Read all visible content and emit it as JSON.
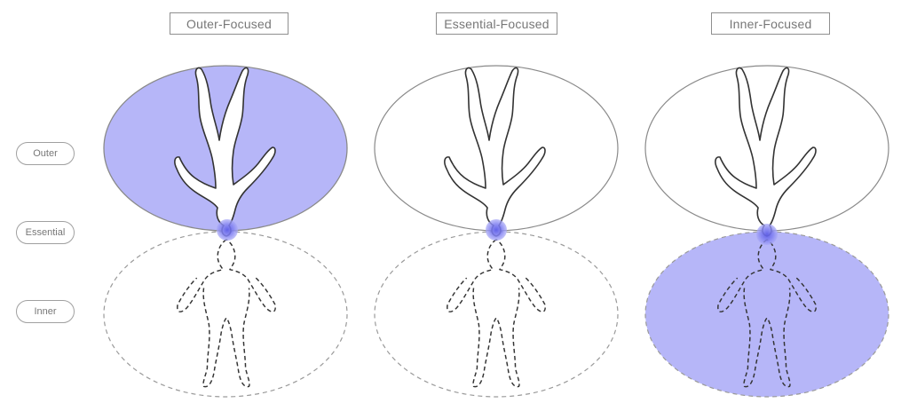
{
  "columns": [
    {
      "title": "Outer-Focused",
      "highlight": "outer"
    },
    {
      "title": "Essential-Focused",
      "highlight": "essential"
    },
    {
      "title": "Inner-Focused",
      "highlight": "inner"
    }
  ],
  "rows": {
    "outer": "Outer",
    "essential": "Essential",
    "inner": "Inner"
  },
  "colors": {
    "highlight_fill": "#b6b6f8",
    "essential_dot": "#8080f0",
    "essential_core": "#5555e0",
    "outline": "#8a8a8a",
    "figure_stroke": "#333333"
  }
}
